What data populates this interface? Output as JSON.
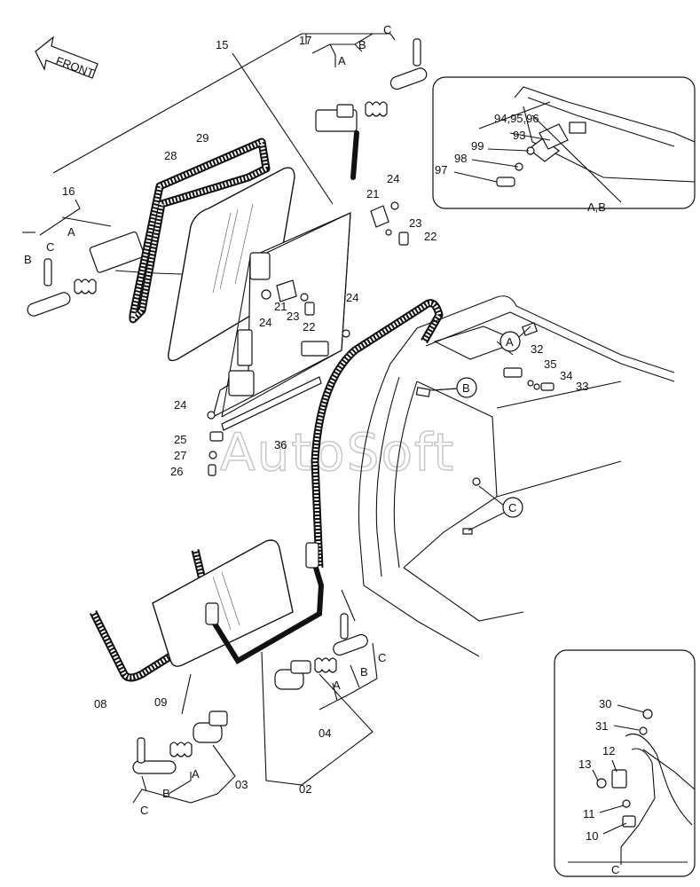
{
  "front_arrow": "FRONT",
  "watermark": "AutoSoft",
  "inset_ab": {
    "caption": "A,B",
    "items": [
      "94,95,96",
      "93",
      "99",
      "98",
      "97"
    ]
  },
  "inset_c": {
    "caption": "C",
    "items": [
      "30",
      "31",
      "13",
      "12",
      "11",
      "10"
    ]
  },
  "callouts": {
    "p17": "17",
    "p15": "15",
    "p16": "16",
    "p28": "28",
    "p29": "29",
    "p21a": "21",
    "p24a": "24",
    "p23a": "23",
    "p22a": "22",
    "p21b": "21",
    "p23b": "23",
    "p22b": "22",
    "p24b": "24",
    "p24c": "24",
    "p24d": "24",
    "p25": "25",
    "p27": "27",
    "p26": "26",
    "p36": "36",
    "p32": "32",
    "p35": "35",
    "p34": "34",
    "p33": "33",
    "p08": "08",
    "p09": "09",
    "p04": "04",
    "p03": "03",
    "p02": "02"
  },
  "letters": {
    "A": "A",
    "B": "B",
    "C": "C"
  },
  "circle_refs": [
    "A",
    "B",
    "C"
  ]
}
